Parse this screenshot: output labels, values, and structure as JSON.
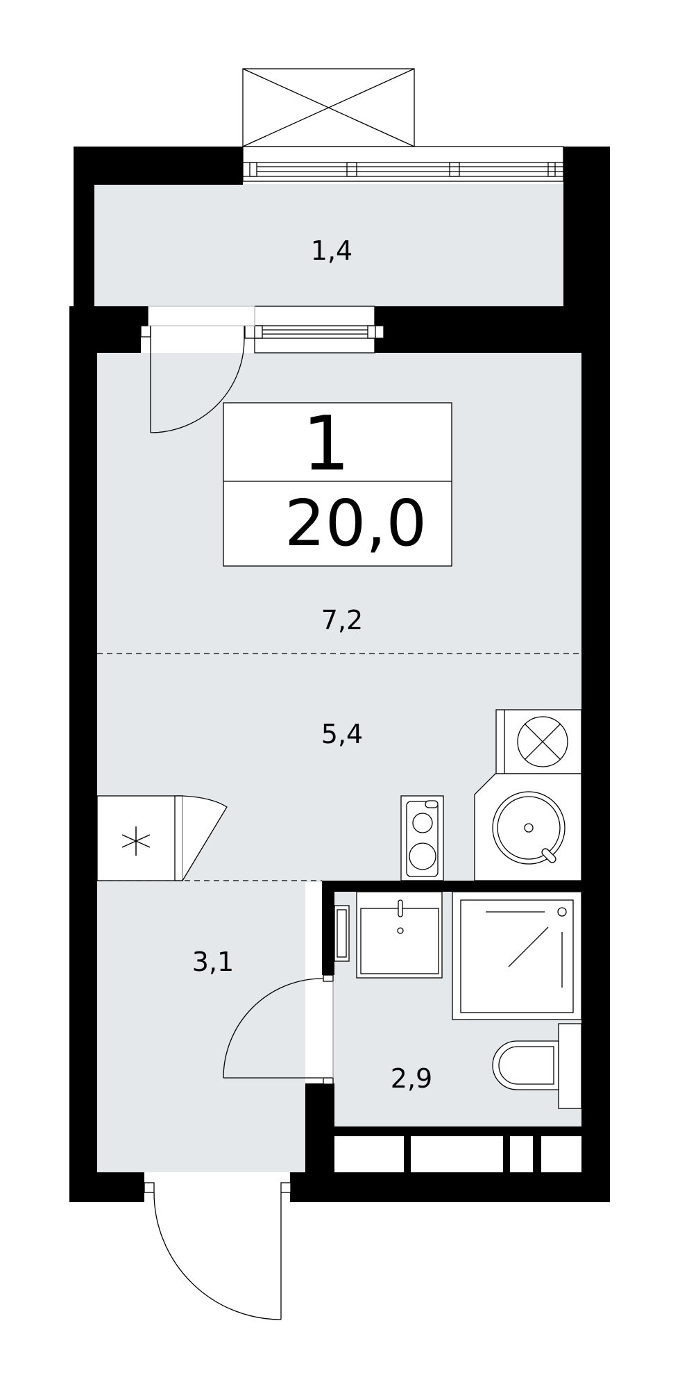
{
  "summary": {
    "rooms_count": "1",
    "total_area": "20,0"
  },
  "areas": {
    "balcony": "1,4",
    "living_zone": "7,2",
    "kitchen_zone": "5,4",
    "hallway": "3,1",
    "bathroom": "2,9"
  },
  "colors": {
    "wall": "#000000",
    "floor": "#e5e8eb",
    "line": "#000000",
    "background": "#ffffff"
  },
  "icons": [
    "window-icon",
    "door-icon",
    "stove-icon",
    "sink-icon",
    "washing-machine-icon",
    "shower-icon",
    "toilet-icon",
    "radiator-icon",
    "ventilation-icon"
  ]
}
